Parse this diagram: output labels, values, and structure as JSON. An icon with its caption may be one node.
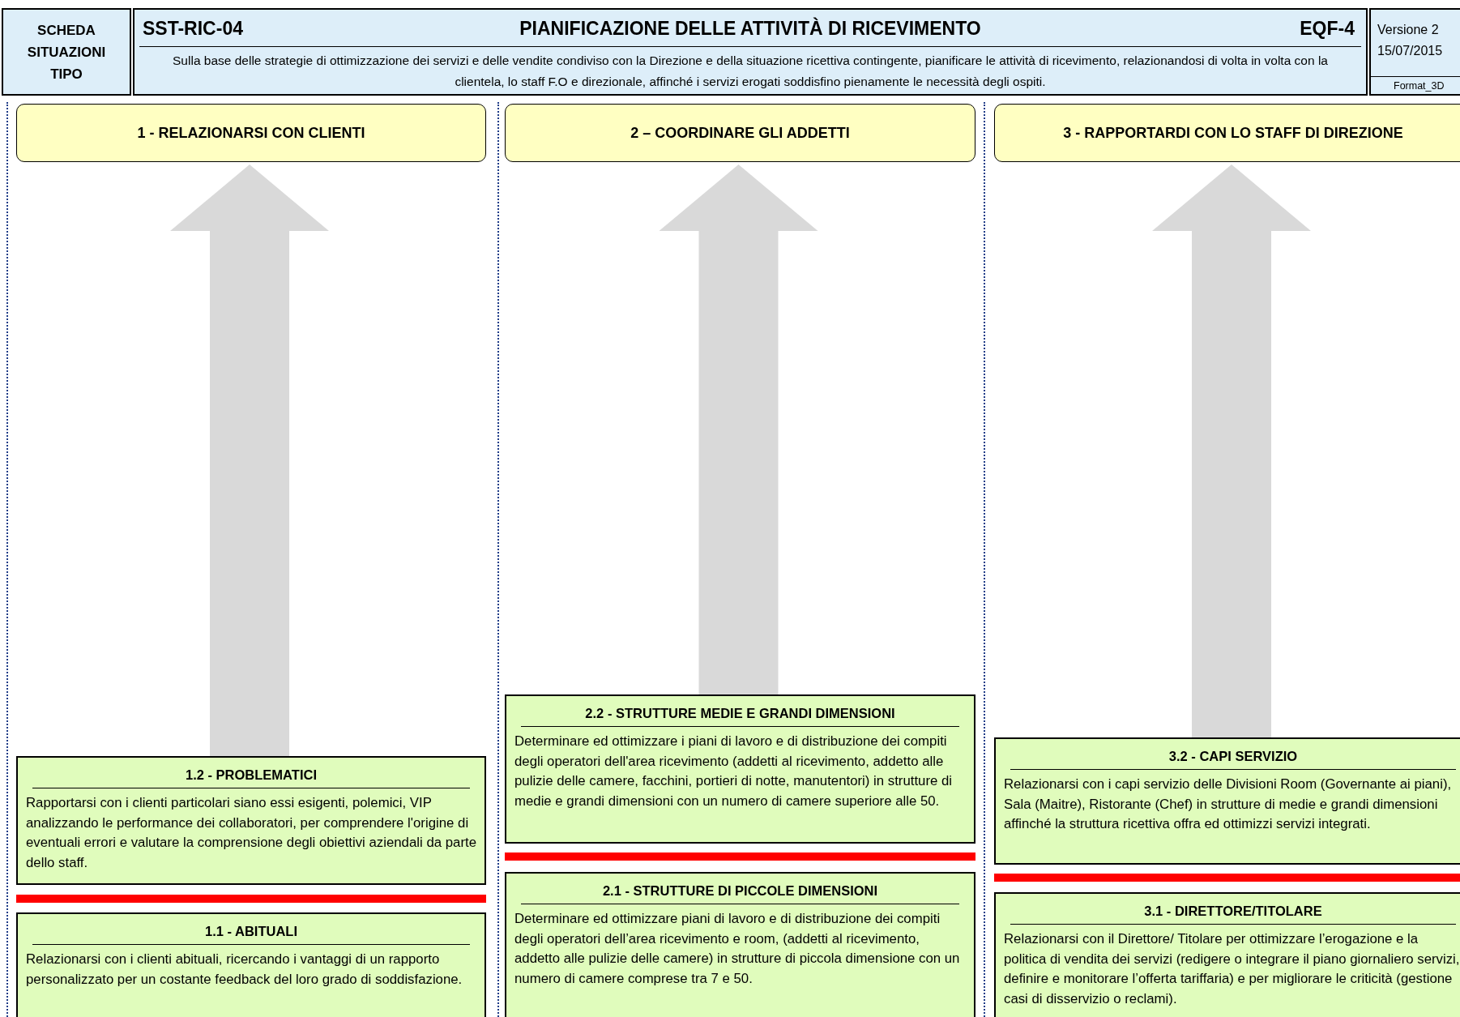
{
  "diagram": {
    "title": "PIANIFICAZIONE DELLE ATTIVITÀ DI RICEVIMENTO",
    "nodes": [
      {
        "text": [
          "1 - RELAZIONARSI CON CLIENTI"
        ]
      },
      {
        "text": [
          "1.2 - PROBLEMATICI",
          "Rapportarsi con i clienti particolari siano essi esigenti, polemici, VIP analizzando le performance dei collaboratori, per comprendere l'origine di eventuali errori e valutare la comprensione degli obiettivi aziendali da parte dello staff."
        ]
      },
      {
        "text": [
          "1.1 - ABITUALI",
          "Relazionarsi con i clienti abituali, ricercando i vantaggi di un rapporto personalizzato per un costante feedback del loro grado di soddisfazione."
        ]
      },
      {
        "text": [
          "2 – COORDINARE GLI ADDETTI"
        ]
      },
      {
        "text": [
          "2.2 - STRUTTURE MEDIE E GRANDI DIMENSIONI",
          "Determinare ed ottimizzare i piani di lavoro e di distribuzione dei compiti degli operatori dell'area ricevimento (addetti al ricevimento, addetto alle pulizie delle camere, facchini, portieri di notte, manutentori) in strutture di medie e grandi dimensioni con un numero di camere superiore alle 50."
        ]
      },
      {
        "text": [
          "2.1 - STRUTTURE DI PICCOLE DIMENSIONI",
          "Determinare ed ottimizzare piani di lavoro e di distribuzione dei compiti degli operatori dell’area ricevimento e room, (addetti al ricevimento, addetto alle pulizie delle camere) in strutture di piccola dimensione con un numero di camere comprese tra 7 e 50."
        ]
      },
      {
        "text": [
          "3 - RAPPORTARDI CON LO STAFF DI DIREZIONE"
        ]
      },
      {
        "text": [
          "3.2 - CAPI SERVIZIO",
          "Relazionarsi con i capi servizio delle Divisioni Room (Governante ai piani), Sala (Maitre), Ristorante (Chef) in strutture di medie e grandi dimensioni affinché la struttura ricettiva offra ed ottimizzi servizi integrati."
        ]
      },
      {
        "text": [
          "3.1 - DIRETTORE/TITOLARE",
          "Relazionarsi con il Direttore/ Titolare per ottimizzare l’erogazione e la politica di vendita dei servizi (redigere o integrare il piano giornaliero servizi, definire e monitorare l’offerta tariffaria) e per migliorare le criticità (gestione casi di disservizio o reclami)."
        ]
      }
    ],
    "edges": [
      {
        "from": 1,
        "to": 0,
        "arrow": "to"
      },
      {
        "from": 4,
        "to": 3,
        "arrow": "to"
      },
      {
        "from": 7,
        "to": 6,
        "arrow": "to"
      }
    ],
    "labels": [
      "SCHEDA SITUAZIONI TIPO",
      "SST-RIC-04",
      "EQF-4",
      "Sulla base delle strategie di ottimizzazione dei servizi e delle vendite condiviso con la Direzione e della situazione ricettiva contingente, pianificare le attività di ricevimento, relazionandosi di volta in volta con la clientela, lo staff F.O e direzionale, affinché i servizi erogati soddisfino pienamente le necessità degli ospiti.",
      "Versione 2",
      "15/07/2015",
      "Format_3D"
    ]
  }
}
